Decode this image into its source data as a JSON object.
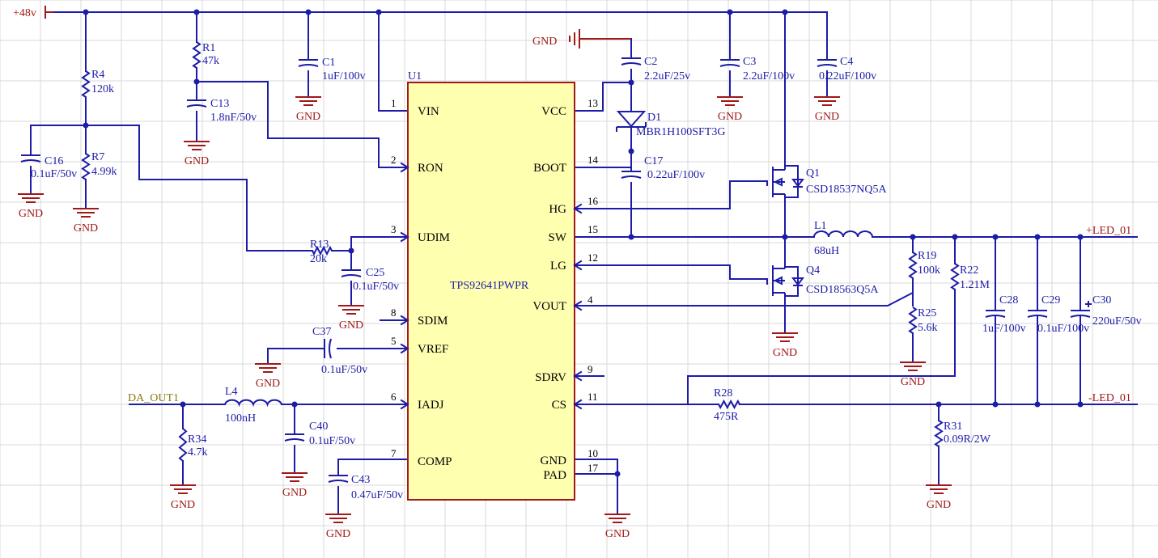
{
  "ic": {
    "designator": "U1",
    "part": "TPS92641PWPR"
  },
  "pins_left": [
    {
      "num": "1",
      "name": "VIN"
    },
    {
      "num": "2",
      "name": "RON"
    },
    {
      "num": "3",
      "name": "UDIM"
    },
    {
      "num": "8",
      "name": "SDIM"
    },
    {
      "num": "5",
      "name": "VREF"
    },
    {
      "num": "6",
      "name": "IADJ"
    },
    {
      "num": "7",
      "name": "COMP"
    }
  ],
  "pins_right": [
    {
      "num": "13",
      "name": "VCC"
    },
    {
      "num": "14",
      "name": "BOOT"
    },
    {
      "num": "16",
      "name": "HG"
    },
    {
      "num": "15",
      "name": "SW"
    },
    {
      "num": "12",
      "name": "LG"
    },
    {
      "num": "4",
      "name": "VOUT"
    },
    {
      "num": "9",
      "name": "SDRV"
    },
    {
      "num": "11",
      "name": "CS"
    },
    {
      "num": "10",
      "name": "GND"
    },
    {
      "num": "17",
      "name": "PAD"
    }
  ],
  "components": [
    {
      "ref": "R1",
      "value": "47k"
    },
    {
      "ref": "R4",
      "value": "120k"
    },
    {
      "ref": "R7",
      "value": "4.99k"
    },
    {
      "ref": "C16",
      "value": "0.1uF/50v"
    },
    {
      "ref": "C13",
      "value": "1.8nF/50v"
    },
    {
      "ref": "C1",
      "value": "1uF/100v"
    },
    {
      "ref": "R13",
      "value": "20k"
    },
    {
      "ref": "C25",
      "value": "0.1uF/50v"
    },
    {
      "ref": "C37",
      "value": "0.1uF/50v"
    },
    {
      "ref": "L4",
      "value": "100nH"
    },
    {
      "ref": "C40",
      "value": "0.1uF/50v"
    },
    {
      "ref": "R34",
      "value": "4.7k"
    },
    {
      "ref": "C43",
      "value": "0.47uF/50v"
    },
    {
      "ref": "C2",
      "value": "2.2uF/25v"
    },
    {
      "ref": "D1",
      "value": "MBR1H100SFT3G"
    },
    {
      "ref": "C17",
      "value": "0.22uF/100v"
    },
    {
      "ref": "C3",
      "value": "2.2uF/100v"
    },
    {
      "ref": "C4",
      "value": "0.22uF/100v"
    },
    {
      "ref": "Q1",
      "value": "CSD18537NQ5A"
    },
    {
      "ref": "Q4",
      "value": "CSD18563Q5A"
    },
    {
      "ref": "L1",
      "value": "68uH"
    },
    {
      "ref": "R19",
      "value": "100k"
    },
    {
      "ref": "R25",
      "value": "5.6k"
    },
    {
      "ref": "R22",
      "value": "1.21M"
    },
    {
      "ref": "C28",
      "value": "1uF/100v"
    },
    {
      "ref": "C29",
      "value": "0.1uF/100v"
    },
    {
      "ref": "C30",
      "value": "220uF/50v"
    },
    {
      "ref": "R28",
      "value": "475R"
    },
    {
      "ref": "R31",
      "value": "0.09R/2W"
    }
  ],
  "nets": {
    "vin": "+48v",
    "gnd": "GND",
    "led_pos": "+LED_01",
    "led_neg": "-LED_01",
    "dim_in": "DA_OUT1"
  },
  "colors": {
    "wire": "#1c1ca8",
    "power": "#a01818",
    "ic_fill": "#ffffb0",
    "net_input": "#8a7a10"
  }
}
